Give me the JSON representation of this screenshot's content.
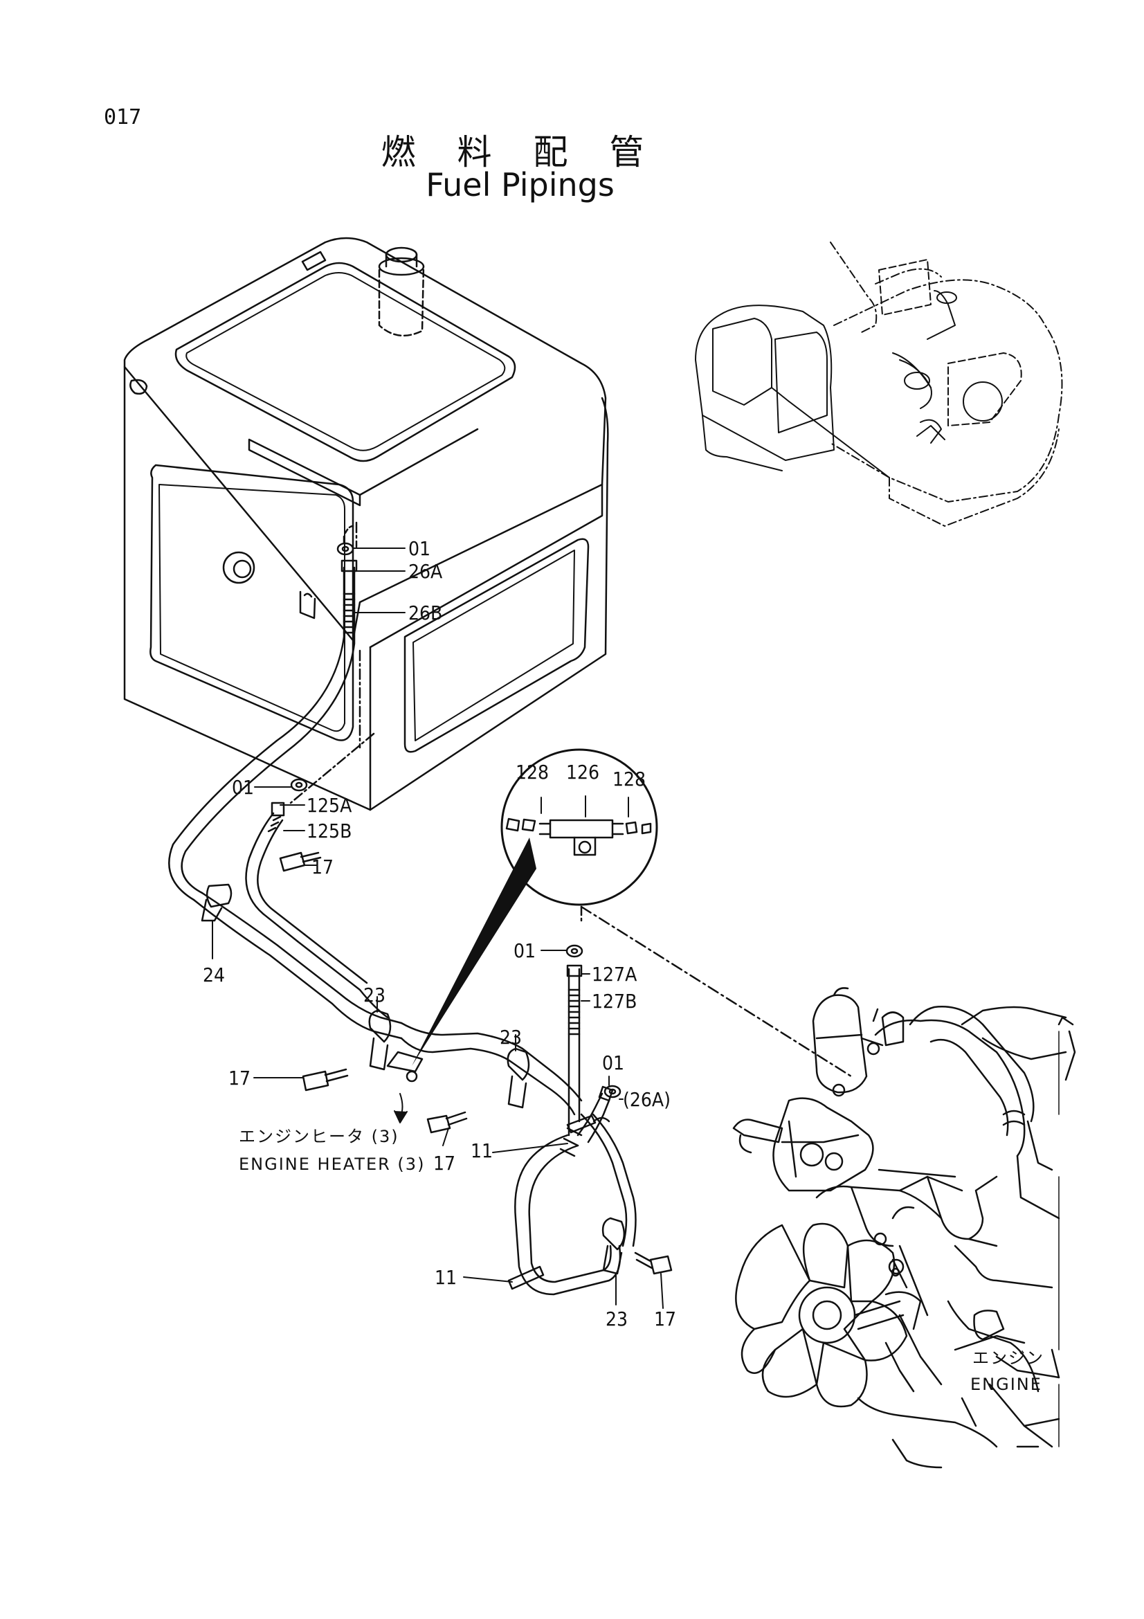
{
  "page_number": "017",
  "title_jp": "燃 料 配 管",
  "title_en": "Fuel Pipings",
  "callouts": {
    "c01a": "01",
    "c26a": "26A",
    "c26b": "26B",
    "c01b": "01",
    "c125a": "125A",
    "c125b": "125B",
    "c17a": "17",
    "c24": "24",
    "c128a": "128",
    "c126": "126",
    "c128b": "128",
    "c23a": "23",
    "c17b": "17",
    "c01c": "01",
    "c127a": "127A",
    "c127b": "127B",
    "c23b": "23",
    "c01d": "01",
    "c26a_ref": "(26A)",
    "c17c": "17",
    "c11a": "11",
    "c11b": "11",
    "c23c": "23",
    "c17d": "17"
  },
  "notes": {
    "engine_heater_jp": "エンジンヒータ (3)",
    "engine_heater_en": "ENGINE HEATER (3)",
    "engine_jp": "エンジン",
    "engine_en": "ENGINE"
  }
}
